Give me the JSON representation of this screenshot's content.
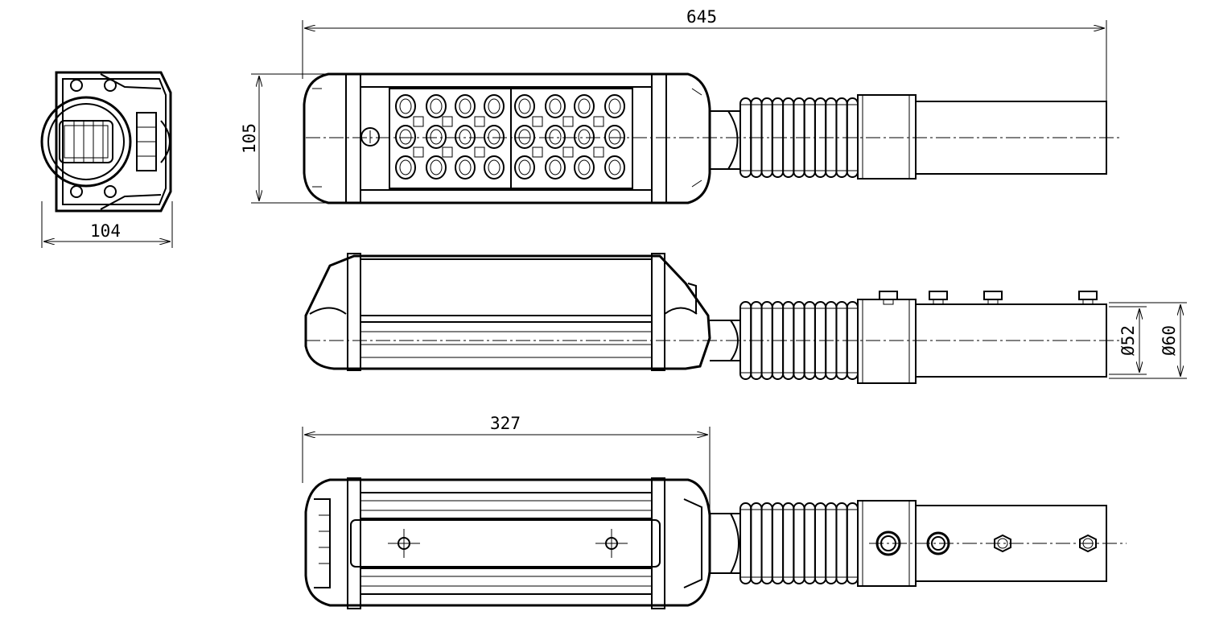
{
  "dimensions": {
    "overall_length": "645",
    "height": "105",
    "width": "104",
    "housing_length": "327",
    "inner_diameter": "Ø52",
    "outer_diameter": "Ø60"
  },
  "colors": {
    "line": "#000000",
    "background": "#ffffff"
  }
}
